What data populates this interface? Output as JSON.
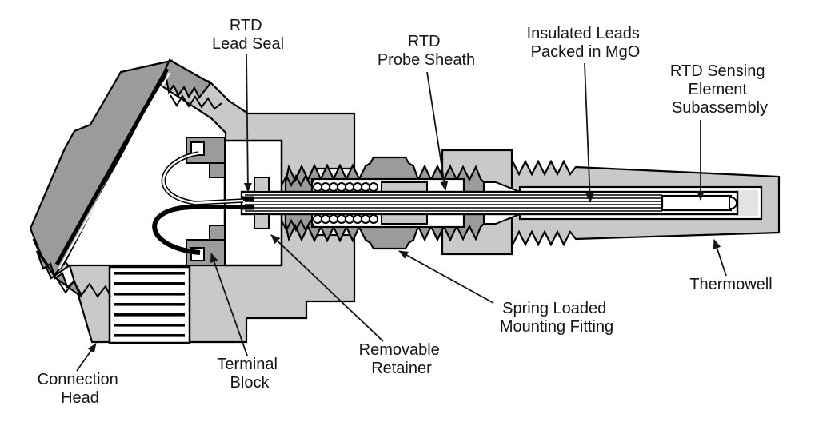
{
  "figure": {
    "background": "#ffffff",
    "colors": {
      "light_gray": "#c9c9c9",
      "dark_gray": "#9b9b9b",
      "bore_gray": "#e3e3e3",
      "line": "#000000",
      "text": "#151515"
    },
    "labels": {
      "rtd_lead_seal": {
        "lines": [
          "RTD",
          "Lead Seal"
        ]
      },
      "rtd_probe_sheath": {
        "lines": [
          "RTD",
          "Probe Sheath"
        ]
      },
      "insulated_leads": {
        "lines": [
          "Insulated Leads",
          "Packed in MgO"
        ]
      },
      "rtd_sensing_element": {
        "lines": [
          "RTD Sensing",
          "Element",
          "Subassembly"
        ]
      },
      "connection_head": {
        "lines": [
          "Connection",
          "Head"
        ]
      },
      "terminal_block": {
        "lines": [
          "Terminal",
          "Block"
        ]
      },
      "removable_retainer": {
        "lines": [
          "Removable",
          "Retainer"
        ]
      },
      "spring_loaded_fitting": {
        "lines": [
          "Spring Loaded",
          "Mounting Fitting"
        ]
      },
      "thermowell": {
        "lines": [
          "Thermowell"
        ]
      }
    }
  }
}
